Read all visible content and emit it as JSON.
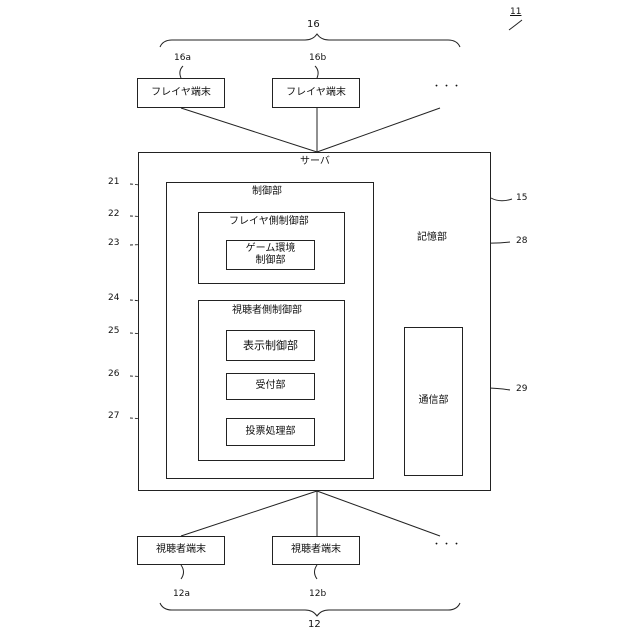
{
  "figure_number": "11",
  "player_group": {
    "ref": "16",
    "terminal_a_ref": "16a",
    "terminal_b_ref": "16b",
    "terminal_label": "フレイヤ端末",
    "ellipsis": "・・・"
  },
  "viewer_group": {
    "ref": "12",
    "terminal_a_ref": "12a",
    "terminal_b_ref": "12b",
    "terminal_label": "視聴者端末",
    "ellipsis": "・・・"
  },
  "server": {
    "title": "サーバ",
    "ref": "15"
  },
  "control_unit": {
    "title": "制御部",
    "ref": "21"
  },
  "player_control": {
    "title": "フレイヤ側制御部",
    "ref": "22"
  },
  "game_env": {
    "line1": "ゲーム環境",
    "line2": "制御部",
    "ref": "23"
  },
  "viewer_control": {
    "title": "視聴者側制御部",
    "ref": "24"
  },
  "display_control": {
    "title": "表示制御部",
    "ref": "25"
  },
  "reception": {
    "title": "受付部",
    "ref": "26"
  },
  "voting": {
    "title": "投票処理部",
    "ref": "27"
  },
  "storage": {
    "title": "記憶部",
    "ref": "28"
  },
  "communication": {
    "title": "通信部",
    "ref": "29"
  }
}
